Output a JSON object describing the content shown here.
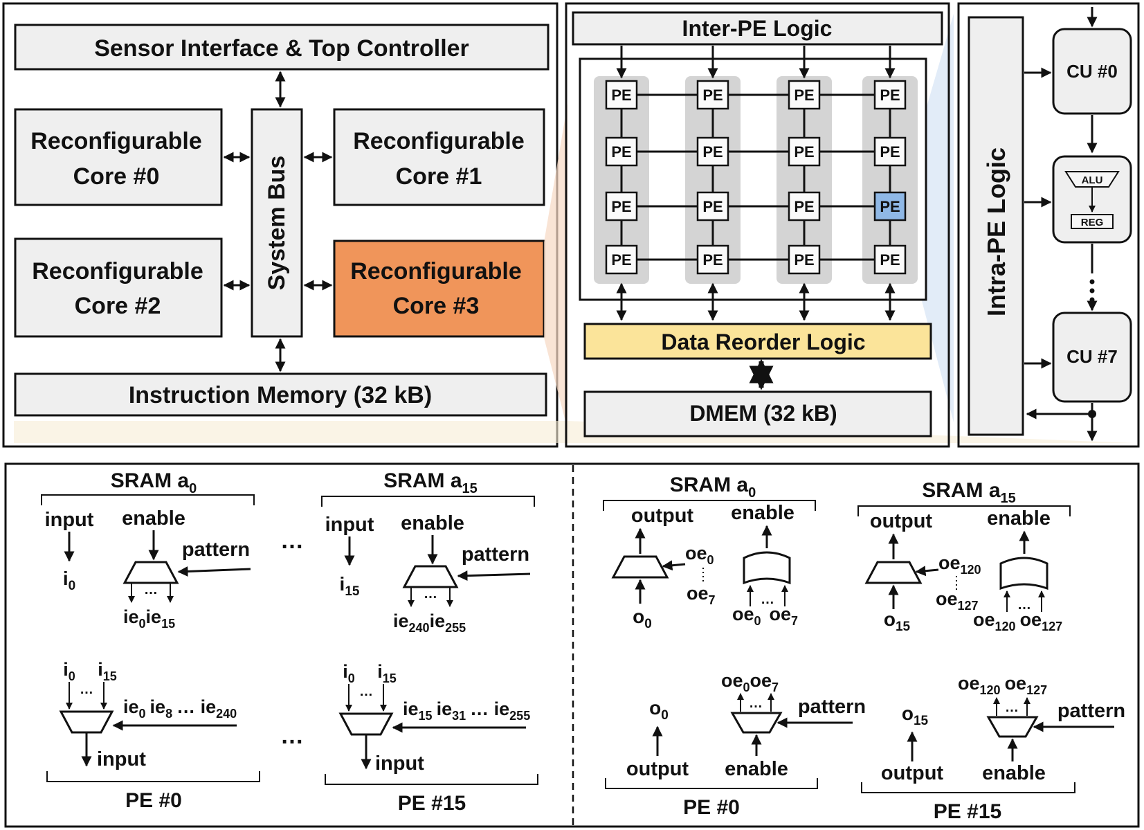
{
  "top_left": {
    "controller": "Sensor Interface & Top Controller",
    "system_bus": "System Bus",
    "core0": [
      "Reconfigurable",
      "Core #0"
    ],
    "core1": [
      "Reconfigurable",
      "Core #1"
    ],
    "core2": [
      "Reconfigurable",
      "Core #2"
    ],
    "core3": [
      "Reconfigurable",
      "Core #3"
    ],
    "imem": "Instruction Memory (32 kB)"
  },
  "top_middle": {
    "inter_pe": "Inter-PE Logic",
    "pe": "PE",
    "reorder": "Data Reorder Logic",
    "dmem": "DMEM (32 kB)"
  },
  "top_right": {
    "intra_pe": "Intra-PE Logic",
    "cu0": "CU #0",
    "alu": "ALU",
    "reg": "REG",
    "cu7": "CU #7"
  },
  "bottom_left": {
    "sram_a0": "SRAM a",
    "sram_a0_sub": "0",
    "sram_a15_sub": "15",
    "input": "input",
    "enable": "enable",
    "pattern": "pattern",
    "ellipsis": "…",
    "i": "i",
    "ie": "ie",
    "pe0": "PE #0",
    "pe15": "PE #15"
  },
  "bottom_right": {
    "output": "output",
    "enable": "enable",
    "pattern": "pattern",
    "o": "o",
    "oe": "oe"
  },
  "colors": {
    "core3_fill": "#f0955a",
    "reorder_fill": "#fbe49a",
    "highlight_pe": "#8fb8e6",
    "box_fill": "#efefef"
  }
}
